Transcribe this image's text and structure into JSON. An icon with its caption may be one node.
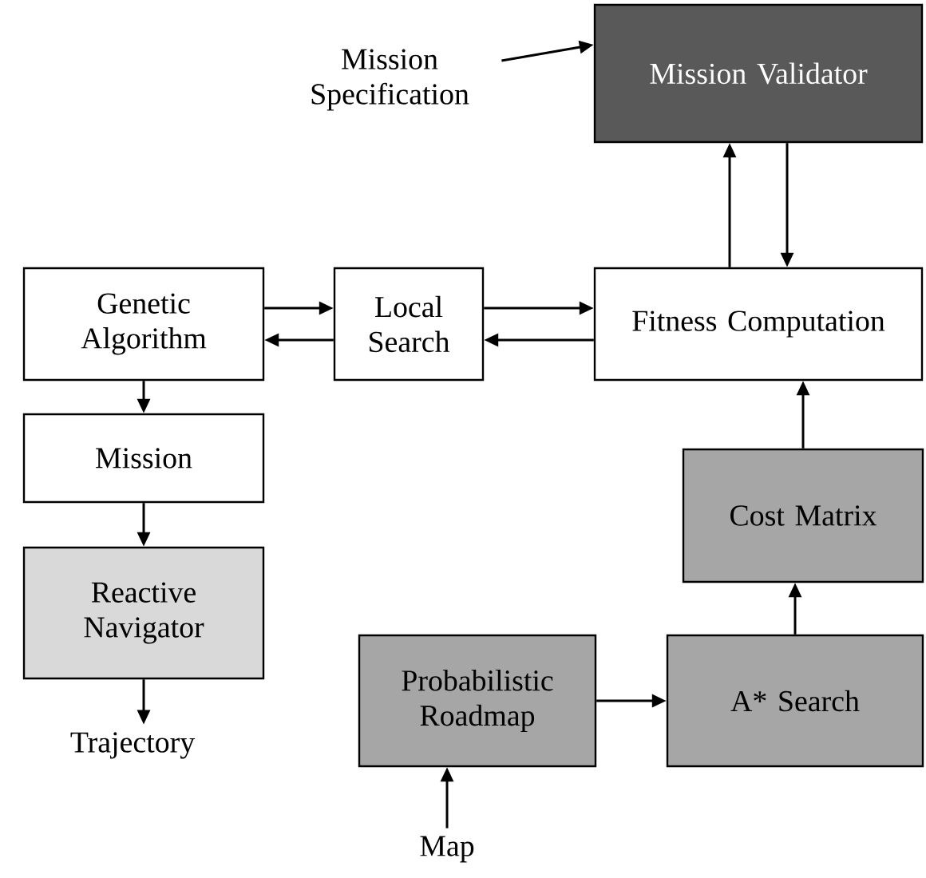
{
  "diagram": {
    "nodes": [
      {
        "text": [
          "Mission Specification"
        ]
      },
      {
        "text": [
          "Mission Validator"
        ]
      },
      {
        "text": [
          "Genetic Algorithm"
        ]
      },
      {
        "text": [
          "Local Search"
        ]
      },
      {
        "text": [
          "Fitness Computation"
        ]
      },
      {
        "text": [
          "Mission"
        ]
      },
      {
        "text": [
          "Reactive Navigator"
        ]
      },
      {
        "text": [
          "Trajectory"
        ]
      },
      {
        "text": [
          "Cost Matrix"
        ]
      },
      {
        "text": [
          "Probabilistic Roadmap"
        ]
      },
      {
        "text": [
          "A* Search"
        ]
      },
      {
        "text": [
          "Map"
        ]
      }
    ],
    "edges": [
      {
        "from": 0,
        "to": 1,
        "arrow": "to"
      },
      {
        "from": 4,
        "to": 1,
        "arrow": "to"
      },
      {
        "from": 1,
        "to": 4,
        "arrow": "to"
      },
      {
        "from": 2,
        "to": 3,
        "arrow": "to"
      },
      {
        "from": 3,
        "to": 2,
        "arrow": "to"
      },
      {
        "from": 3,
        "to": 4,
        "arrow": "to"
      },
      {
        "from": 4,
        "to": 3,
        "arrow": "to"
      },
      {
        "from": 2,
        "to": 5,
        "arrow": "to"
      },
      {
        "from": 5,
        "to": 6,
        "arrow": "to"
      },
      {
        "from": 6,
        "to": 7,
        "arrow": "to"
      },
      {
        "from": 8,
        "to": 4,
        "arrow": "to"
      },
      {
        "from": 10,
        "to": 8,
        "arrow": "to"
      },
      {
        "from": 9,
        "to": 10,
        "arrow": "to"
      },
      {
        "from": 11,
        "to": 9,
        "arrow": "to"
      }
    ]
  }
}
